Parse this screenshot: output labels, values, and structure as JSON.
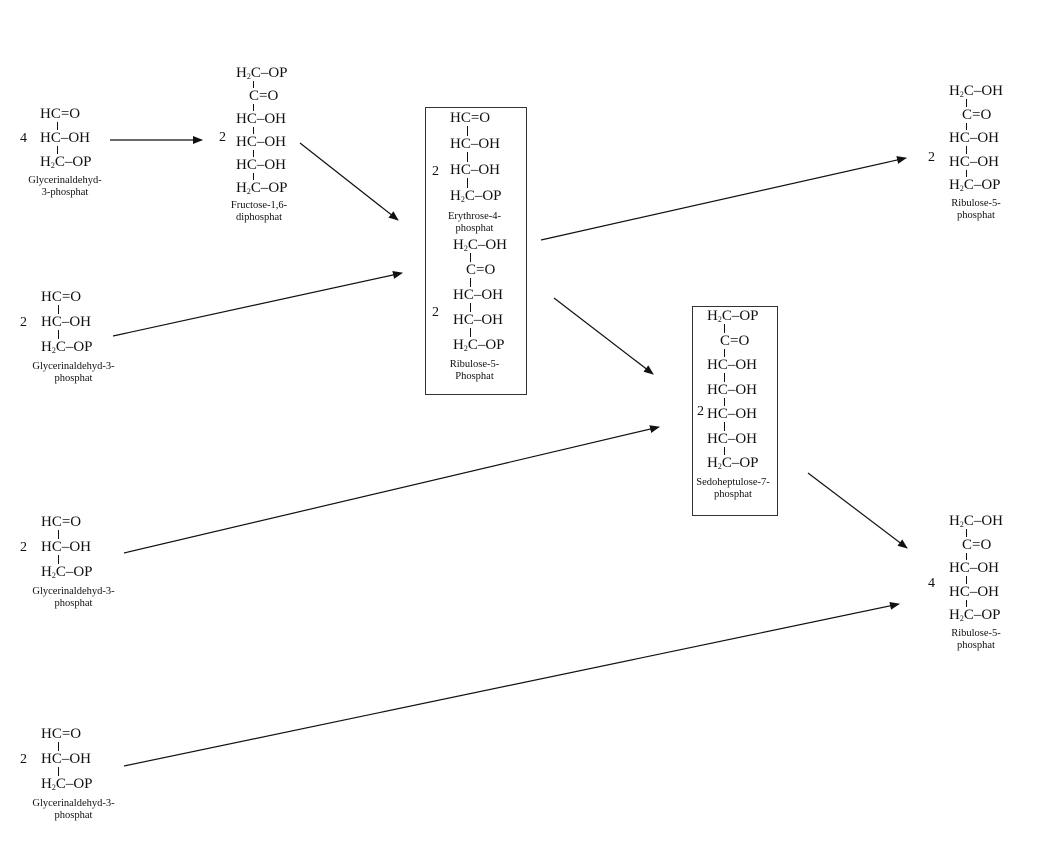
{
  "colors": {
    "line": "#111111",
    "box_border": "#333333"
  },
  "molecules": {
    "gap_in_1": {
      "coefficient": "4",
      "lines": [
        "HC=O",
        "HC–OH",
        "H2C–OP"
      ],
      "caption": "Glycerinaldehyd-3-phosphat"
    },
    "fbp": {
      "coefficient": "2",
      "lines": [
        "H2C–OP",
        "C=O",
        "HC–OH",
        "HC–OH",
        "HC–OH",
        "H2C–OP"
      ],
      "caption": "Fructose-1,6-diphosphat"
    },
    "gap_in_2": {
      "coefficient": "2",
      "lines": [
        "HC=O",
        "HC–OH",
        "H2C–OP"
      ],
      "caption": "Glycerinaldehyd-3-phosphat"
    },
    "gap_in_3": {
      "coefficient": "2",
      "lines": [
        "HC=O",
        "HC–OH",
        "H2C–OP"
      ],
      "caption": "Glycerinaldehyd-3-phosphat"
    },
    "gap_in_4": {
      "coefficient": "2",
      "lines": [
        "HC=O",
        "HC–OH",
        "H2C–OP"
      ],
      "caption": "Glycerinaldehyd-3-phosphat"
    },
    "e4p": {
      "coefficient": "2",
      "lines": [
        "HC=O",
        "HC–OH",
        "HC–OH",
        "H2C–OP"
      ],
      "caption": "Erythrose-4-phosphat"
    },
    "ru5p_mid": {
      "coefficient": "2",
      "lines": [
        "H2C–OH",
        "C=O",
        "HC–OH",
        "HC–OH",
        "H2C–OP"
      ],
      "caption": "Ribulose-5-Phosphat"
    },
    "s7p": {
      "coefficient": "2",
      "lines": [
        "H2C–OP",
        "C=O",
        "HC–OH",
        "HC–OH",
        "HC–OH",
        "HC–OH",
        "H2C–OP"
      ],
      "caption": "Sedoheptulose-7-phosphat"
    },
    "ru5p_out_1": {
      "coefficient": "2",
      "lines": [
        "H2C–OH",
        "C=O",
        "HC–OH",
        "HC–OH",
        "H2C–OP"
      ],
      "caption": "Ribulose-5-phosphat"
    },
    "ru5p_out_2": {
      "coefficient": "4",
      "lines": [
        "H2C–OH",
        "C=O",
        "HC–OH",
        "HC–OH",
        "H2C–OP"
      ],
      "caption": "Ribulose-5-phosphat"
    }
  }
}
